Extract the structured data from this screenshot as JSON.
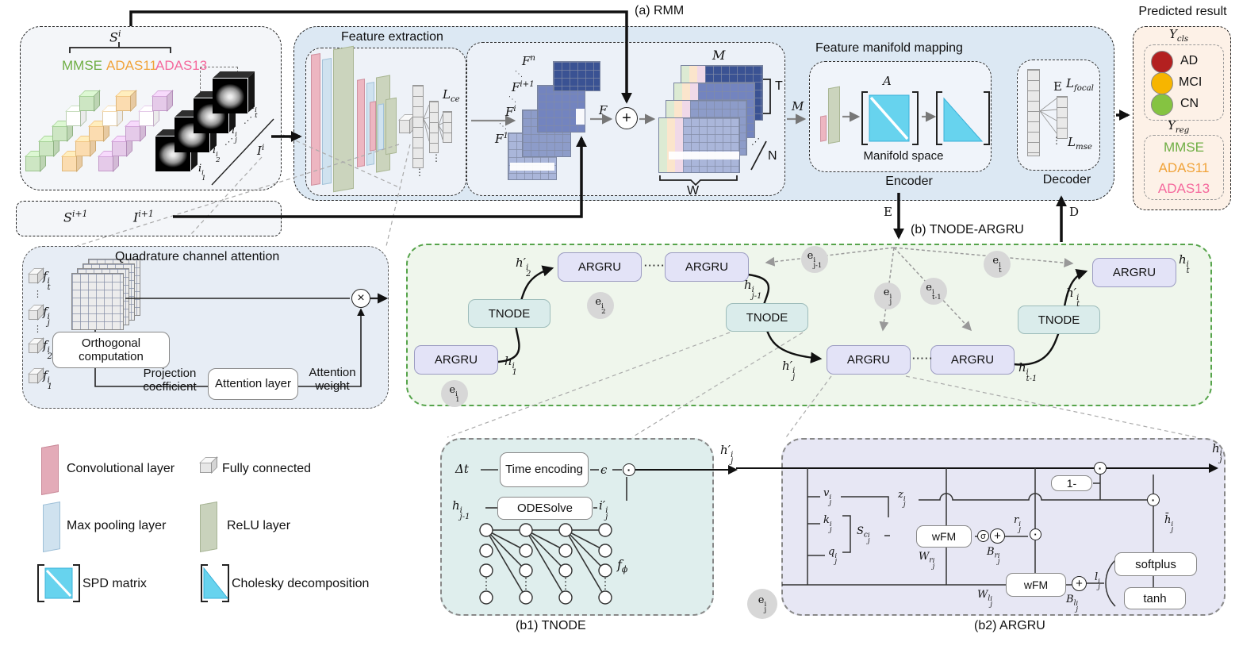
{
  "symbols": {
    "oplus": "+",
    "odot": "·",
    "otimes": "×",
    "sigma": "σ",
    "vdots": "⋮",
    "ddots": "⋰",
    "hdots": "·····"
  },
  "colors": {
    "blue_panel": "#dce8f3",
    "green_border": "#56a44b",
    "cyan": "#67d3ee",
    "ad": "#b32020",
    "mci": "#f7b500",
    "cn": "#85c341",
    "mmse": "#6fae44",
    "adas11": "#f0a33a",
    "adas13": "#f5699d"
  },
  "input_panel": {
    "s_i": "S^{i}",
    "scores": [
      {
        "label": "MMSE",
        "color": "#6fae44"
      },
      {
        "label": "ADAS11",
        "color": "#f0a33a"
      },
      {
        "label": "ADAS13",
        "color": "#f5699d"
      }
    ],
    "image_labels": [
      "i^{i}_{1}",
      "i^{i}_{2}",
      "i^{i}_{j}",
      "i^{i}_{t}"
    ],
    "volume_label": "I^{i}"
  },
  "next_panel": {
    "s": "S^{i+1}",
    "i": "I^{i+1}"
  },
  "rmm": {
    "label": "(a)  RMM"
  },
  "feature_extraction": {
    "title": "Feature extraction",
    "loss": "L_{ce}",
    "fmap1": "F^{1}",
    "fmapi": "F^{i}",
    "fmapi1": "F^{i+1}",
    "fmapn": "F^{n}",
    "f_out": "F"
  },
  "fusion": {
    "m_top": "M",
    "t": "T",
    "n": "N",
    "w": "W",
    "m_arrow": "M"
  },
  "manifold": {
    "title": "Feature manifold mapping",
    "a": "A",
    "e": "E",
    "space": "Manifold space",
    "encoder": "Encoder"
  },
  "decoder": {
    "title": "Decoder",
    "l_focal": "L_{focal}",
    "l_mse": "L_{mse}"
  },
  "bridge": {
    "e": "E",
    "d": "D",
    "b_label": "(b)  TNODE-ARGRU"
  },
  "predicted": {
    "title": "Predicted result",
    "y_cls": "Y_{cls}",
    "classes": [
      {
        "label": "AD",
        "color": "#b32020"
      },
      {
        "label": "MCI",
        "color": "#f7b500"
      },
      {
        "label": "CN",
        "color": "#85c341"
      }
    ],
    "y_reg": "Y_{reg}",
    "regs": [
      {
        "label": "MMSE",
        "color": "#6fae44"
      },
      {
        "label": "ADAS11",
        "color": "#f0a33a"
      },
      {
        "label": "ADAS13",
        "color": "#f5699d"
      }
    ]
  },
  "qca": {
    "title": "Quadrature channel attention",
    "f_t": "f^{i}_{t}",
    "f_j": "f^{i}_{j}",
    "f_2": "f^{i}_{2}",
    "f_1": "f^{i}_{1}",
    "orthogonal": "Orthogonal computation",
    "projection": "Projection coefficient",
    "attention_layer": "Attention layer",
    "attention_weight": "Attention weight"
  },
  "rnn": {
    "argru": "ARGRU",
    "tnode": "TNODE",
    "e1": "e^{i}_{1}",
    "e2": "e^{i}_{2}",
    "ejm1": "e^{i}_{j-1}",
    "ej": "e^{i}_{j}",
    "etm1": "e^{i}_{t-1}",
    "et": "e^{i}_{t}",
    "h1": "h^{i}_{1}",
    "h2p": "h′^{i}_{2}",
    "hjm1": "h^{i}_{j-1}",
    "hjp": "h′^{i}_{j}",
    "htm1": "h^{i}_{t-1}",
    "htp": "h′^{i}_{t}",
    "ht": "h^{i}_{t}"
  },
  "b1": {
    "caption": "(b1) TNODE",
    "dt": "Δt",
    "time_encoding": "Time encoding",
    "eps": "ϵ",
    "h_in": "h^{i}_{j-1}",
    "odesolve": "ODESolve",
    "i_out": "i′^{i}_{j}",
    "f_phi": "f_{ϕ}"
  },
  "b2": {
    "caption": "(b2) ARGRU",
    "h_in": "h′^{i}_{j}",
    "h_out": "h^{i}_{j}",
    "v": "v^{i}_{j}",
    "k": "k^{i}_{j}",
    "q": "q^{i}_{j}",
    "sc": "S_{c}^{i}_{j}",
    "z": "z^{i}_{j}",
    "wfm1": "wFM",
    "wr": "W_{r}^{i}_{j}",
    "br": "B_{r}^{i}_{j}",
    "r": "r^{i}_{j}",
    "one_minus": "1-",
    "hbar": "h̄^{i}_{j}",
    "wfm2": "wFM",
    "wl": "W_{l}^{i}_{j}",
    "bl": "B_{l}^{i}_{j}",
    "l": "l^{i}_{j}",
    "softplus": "softplus",
    "tanh": "tanh",
    "e": "e^{i}_{j}"
  },
  "legend": {
    "conv": "Convolutional layer",
    "fc": "Fully connected",
    "pool": "Max pooling layer",
    "relu": "ReLU layer",
    "spd": "SPD matrix",
    "cholesky": "Cholesky decomposition"
  }
}
